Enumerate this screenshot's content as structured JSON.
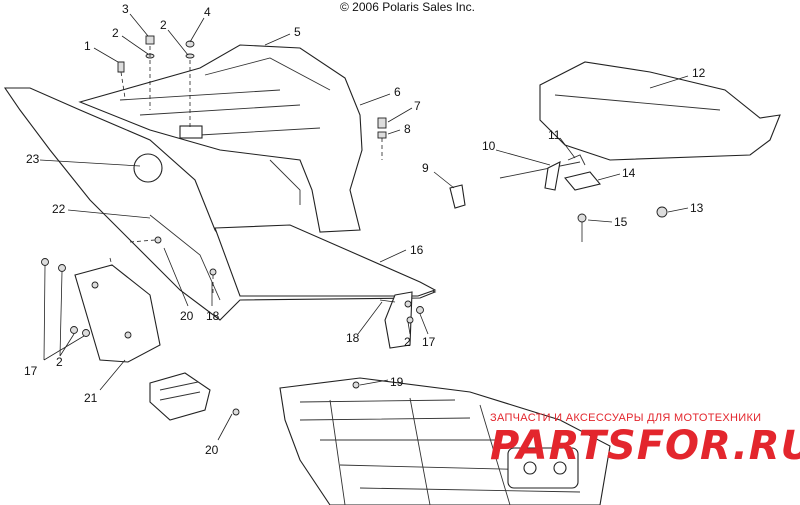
{
  "copyright": "© 2006 Polaris Sales Inc.",
  "watermark": {
    "tagline": "ЗАПЧАСТИ И АКСЕССУАРЫ ДЛЯ МОТОТЕХНИКИ",
    "logo": "PARTSFOR.RU",
    "color": "#e3262d"
  },
  "callouts": [
    {
      "id": "c3",
      "label": "3"
    },
    {
      "id": "c2a",
      "label": "2"
    },
    {
      "id": "c4",
      "label": "4"
    },
    {
      "id": "c2b",
      "label": "2"
    },
    {
      "id": "c1",
      "label": "1"
    },
    {
      "id": "c5",
      "label": "5"
    },
    {
      "id": "c6",
      "label": "6"
    },
    {
      "id": "c7",
      "label": "7"
    },
    {
      "id": "c8",
      "label": "8"
    },
    {
      "id": "c12",
      "label": "12"
    },
    {
      "id": "c11",
      "label": "11"
    },
    {
      "id": "c10",
      "label": "10"
    },
    {
      "id": "c9",
      "label": "9"
    },
    {
      "id": "c14",
      "label": "14"
    },
    {
      "id": "c13",
      "label": "13"
    },
    {
      "id": "c15",
      "label": "15"
    },
    {
      "id": "c23",
      "label": "23"
    },
    {
      "id": "c22",
      "label": "22"
    },
    {
      "id": "c16",
      "label": "16"
    },
    {
      "id": "c20a",
      "label": "20"
    },
    {
      "id": "c18a",
      "label": "18"
    },
    {
      "id": "c18b",
      "label": "18"
    },
    {
      "id": "c2c",
      "label": "2"
    },
    {
      "id": "c17a",
      "label": "17"
    },
    {
      "id": "c17b",
      "label": "17"
    },
    {
      "id": "c2d",
      "label": "2"
    },
    {
      "id": "c21",
      "label": "21"
    },
    {
      "id": "c19",
      "label": "19"
    },
    {
      "id": "c20b",
      "label": "20"
    }
  ]
}
